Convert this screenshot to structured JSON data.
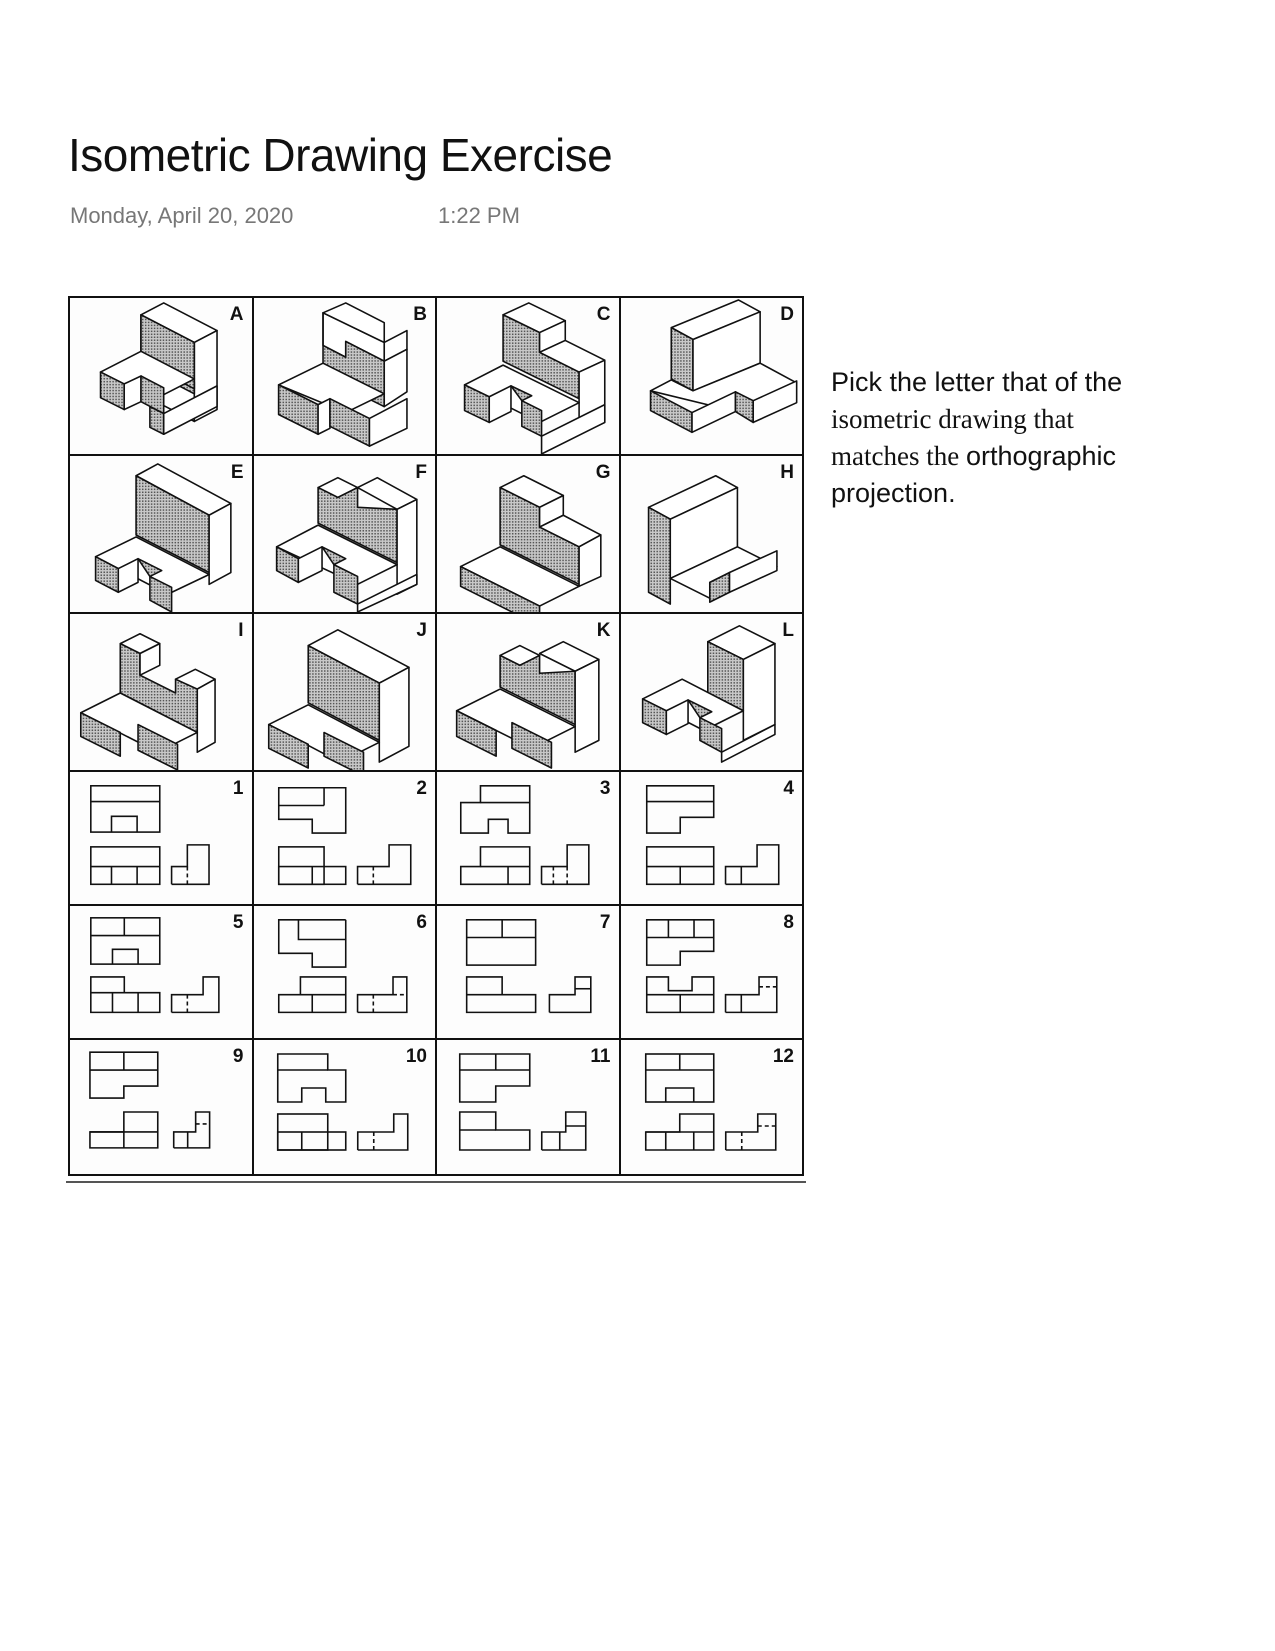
{
  "page": {
    "title": "Isometric Drawing Exercise",
    "date": "Monday, April 20, 2020",
    "time": "1:22 PM"
  },
  "instructions": {
    "line1": "Pick the letter that of the",
    "line2": "isometric drawing that",
    "line3a": "matches the ",
    "line3b": "orthographic",
    "line4": "projection."
  },
  "worksheet": {
    "isometric_rows": [
      [
        {
          "label": "A"
        },
        {
          "label": "B"
        },
        {
          "label": "C"
        },
        {
          "label": "D"
        }
      ],
      [
        {
          "label": "E"
        },
        {
          "label": "F"
        },
        {
          "label": "G"
        },
        {
          "label": "H"
        }
      ],
      [
        {
          "label": "I"
        },
        {
          "label": "J"
        },
        {
          "label": "K"
        },
        {
          "label": "L"
        }
      ]
    ],
    "orthographic_rows": [
      [
        {
          "label": "1"
        },
        {
          "label": "2"
        },
        {
          "label": "3"
        },
        {
          "label": "4"
        }
      ],
      [
        {
          "label": "5"
        },
        {
          "label": "6"
        },
        {
          "label": "7"
        },
        {
          "label": "8"
        }
      ],
      [
        {
          "label": "9"
        },
        {
          "label": "10"
        },
        {
          "label": "11"
        },
        {
          "label": "12"
        }
      ]
    ]
  },
  "colors": {
    "line": "#111111",
    "shade": "#9a9a9a",
    "muted_text": "#777777"
  }
}
